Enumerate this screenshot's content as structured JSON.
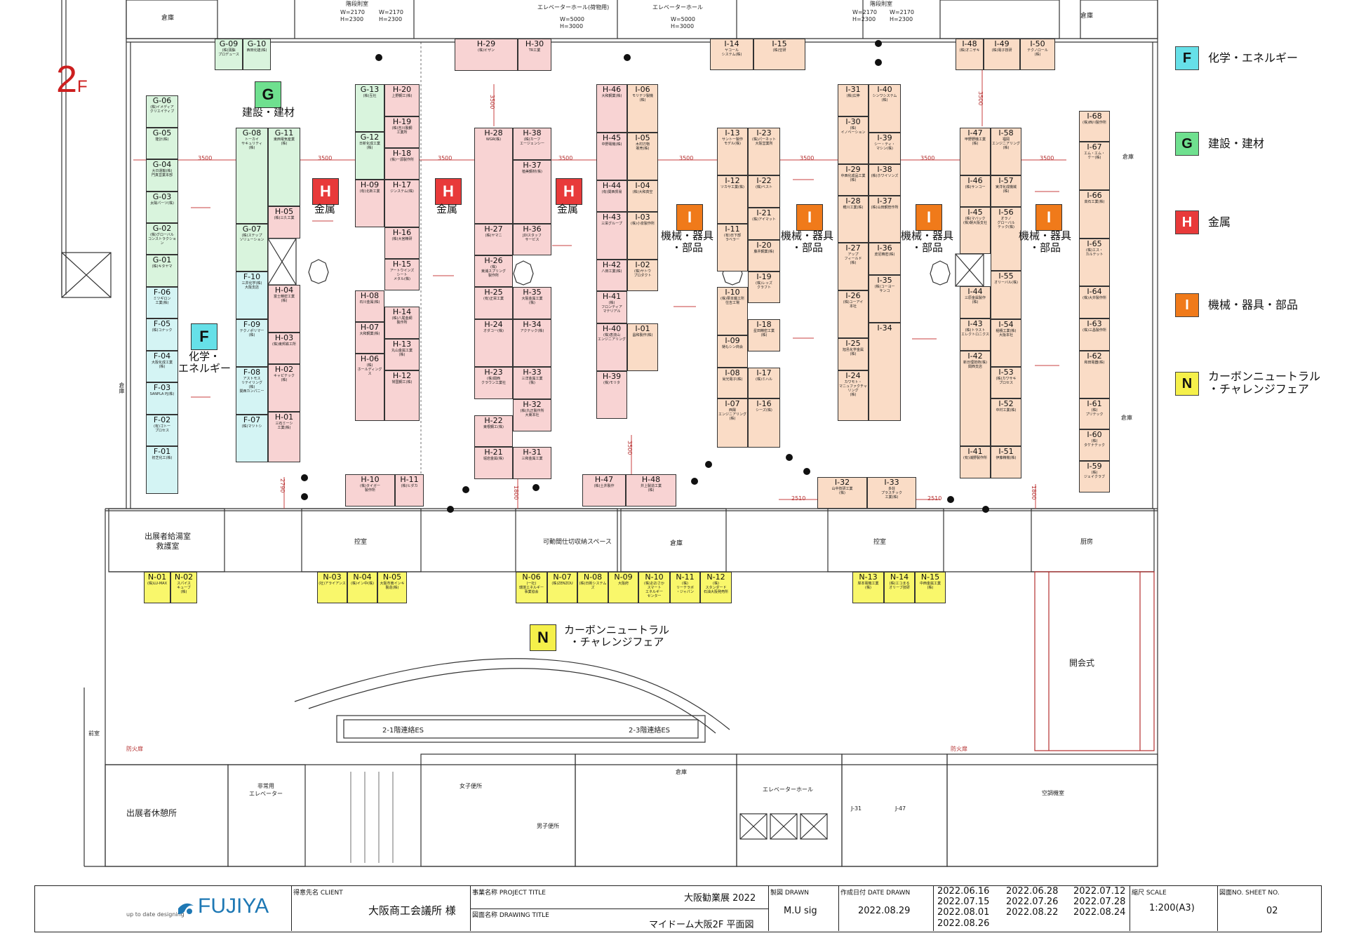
{
  "floor": {
    "number": "2",
    "suffix": "F"
  },
  "colors": {
    "F": "#66e0e8",
    "G": "#6fe08f",
    "H": "#e83a3a",
    "I": "#f07a1a",
    "N": "#f5f04a",
    "F_booth": "#d4f4f4",
    "G_booth": "#d9f4dd",
    "H_booth": "#f8d3d3",
    "I_booth": "#fadcc6",
    "N_booth": "#f9f76b"
  },
  "legend": [
    {
      "code": "F",
      "label": "化学・エネルギー"
    },
    {
      "code": "G",
      "label": "建設・建材"
    },
    {
      "code": "H",
      "label": "金属"
    },
    {
      "code": "I",
      "label": "機械・器具・部品"
    },
    {
      "code": "N",
      "label": "カーボンニュートラル\n・チャレンジフェア"
    }
  ],
  "zones": [
    {
      "code": "G",
      "label": "建設・建材"
    },
    {
      "code": "F",
      "label": "化学・\nエネルギー"
    },
    {
      "code": "H",
      "label": "金属"
    },
    {
      "code": "H",
      "label": "金属"
    },
    {
      "code": "H",
      "label": "金属"
    },
    {
      "code": "I",
      "label": "機械・器具\n・部品"
    },
    {
      "code": "I",
      "label": "機械・器具\n・部品"
    },
    {
      "code": "I",
      "label": "機械・器具\n・部品"
    },
    {
      "code": "I",
      "label": "機械・器具\n・部品"
    },
    {
      "code": "N",
      "label": "カーボンニュートラル\n・チャレンジフェア"
    }
  ],
  "booths": [
    {
      "code": "G-09",
      "name": "(株)頭脳\nプロデュース",
      "cat": "G"
    },
    {
      "code": "G-10",
      "name": "西田化建(株)",
      "cat": "G"
    },
    {
      "code": "G-06",
      "name": "(株)イメディア\nクリエイティブ",
      "cat": "G"
    },
    {
      "code": "G-05",
      "name": "隆計(株)",
      "cat": "G"
    },
    {
      "code": "G-04",
      "name": "大日運輸(株)\n門真営業本部",
      "cat": "G"
    },
    {
      "code": "G-03",
      "name": "太陽パーツ(株)",
      "cat": "G"
    },
    {
      "code": "G-02",
      "name": "(株)グローバル\nコンストラクション",
      "cat": "G"
    },
    {
      "code": "G-01",
      "name": "(株)キタヤマ",
      "cat": "G"
    },
    {
      "code": "F-06",
      "name": "ミツギロン\n工業(株)",
      "cat": "F"
    },
    {
      "code": "F-05",
      "name": "(株)コナック",
      "cat": "F"
    },
    {
      "code": "F-04",
      "name": "大阪化成工業\n(株)",
      "cat": "F"
    },
    {
      "code": "F-03",
      "name": "SANPLA PJ(株)",
      "cat": "F"
    },
    {
      "code": "F-02",
      "name": "(有)ゴトー\nプロセス",
      "cat": "F"
    },
    {
      "code": "F-01",
      "name": "初芝化工(株)",
      "cat": "F"
    },
    {
      "code": "G-08",
      "name": "トーカイ\nサキュリティ\n(株)",
      "cat": "G"
    },
    {
      "code": "G-11",
      "name": "東西電気産業\n(株)",
      "cat": "G"
    },
    {
      "code": "G-07",
      "name": "(株)ステップ\nソリューション",
      "cat": "G"
    },
    {
      "code": "F-10",
      "name": "三井化学(株)\n大阪支店",
      "cat": "F"
    },
    {
      "code": "F-09",
      "name": "テクノポリマー\n(株)",
      "cat": "F"
    },
    {
      "code": "F-08",
      "name": "アストモス\nリテイリング\n(株)\n関西カンパニー",
      "cat": "F"
    },
    {
      "code": "F-07",
      "name": "(株)マツトシ",
      "cat": "F"
    },
    {
      "code": "H-05",
      "name": "(株)三久工業",
      "cat": "H"
    },
    {
      "code": "H-04",
      "name": "富士精密工業\n(株)",
      "cat": "H"
    },
    {
      "code": "H-03",
      "name": "(株)東邦鉄工所",
      "cat": "H"
    },
    {
      "code": "H-02",
      "name": "キャピテック\n(株)",
      "cat": "H"
    },
    {
      "code": "H-01",
      "name": "三石ミーシ\n工業(株)",
      "cat": "H"
    },
    {
      "code": "G-13",
      "name": "(株)互社",
      "cat": "G"
    },
    {
      "code": "G-12",
      "name": "日新化成工業\n(株)",
      "cat": "G"
    },
    {
      "code": "H-20",
      "name": "上野鋼工(株)",
      "cat": "H"
    },
    {
      "code": "H-19",
      "name": "(株)吉川製鋼\n工業所",
      "cat": "H"
    },
    {
      "code": "H-18",
      "name": "(株)一源製作所",
      "cat": "H"
    },
    {
      "code": "H-09",
      "name": "(有)北新工業",
      "cat": "H"
    },
    {
      "code": "H-17",
      "name": "ジンステム(株)",
      "cat": "H"
    },
    {
      "code": "H-16",
      "name": "(株)大宮精研",
      "cat": "H"
    },
    {
      "code": "H-15",
      "name": "アートウインズ\nシート\nメタル(株)",
      "cat": "H"
    },
    {
      "code": "H-08",
      "name": "石川金属(株)",
      "cat": "H"
    },
    {
      "code": "H-14",
      "name": "(株)八尾金網\n製作所",
      "cat": "H"
    },
    {
      "code": "H-07",
      "name": "大和鋼業(株)",
      "cat": "H"
    },
    {
      "code": "H-13",
      "name": "丸山金属工業\n(株)",
      "cat": "H"
    },
    {
      "code": "H-06",
      "name": "(株)\nホールディングス",
      "cat": "H"
    },
    {
      "code": "H-12",
      "name": "常国鋼工(株)",
      "cat": "H"
    },
    {
      "code": "H-29",
      "name": "(株)ビザン",
      "cat": "H"
    },
    {
      "code": "H-30",
      "name": "TR工業",
      "cat": "H"
    },
    {
      "code": "H-28",
      "name": "WGR(株)",
      "cat": "H"
    },
    {
      "code": "H-38",
      "name": "(株)カーフ\nエージェンシー",
      "cat": "H"
    },
    {
      "code": "H-37",
      "name": "植美鋼材(株)",
      "cat": "H"
    },
    {
      "code": "H-27",
      "name": "(株)ヤマニ",
      "cat": "H"
    },
    {
      "code": "H-36",
      "name": "JDIスタッフ\nサービス",
      "cat": "H"
    },
    {
      "code": "H-26",
      "name": "(株)\n東浦スプリング\n製作所",
      "cat": "H"
    },
    {
      "code": "H-25",
      "name": "(有)正栄工業",
      "cat": "H"
    },
    {
      "code": "H-35",
      "name": "大阪金属工業\n(株)",
      "cat": "H"
    },
    {
      "code": "H-24",
      "name": "オダコー(株)",
      "cat": "H"
    },
    {
      "code": "H-34",
      "name": "アクテック(株)",
      "cat": "H"
    },
    {
      "code": "H-23",
      "name": "(株)関西\nクラウン工業社",
      "cat": "H"
    },
    {
      "code": "H-33",
      "name": "三洋金属工業\n(株)",
      "cat": "H"
    },
    {
      "code": "H-32",
      "name": "(株)丸正製作所\n大東本社",
      "cat": "H"
    },
    {
      "code": "H-22",
      "name": "東根鋼工(株)",
      "cat": "H"
    },
    {
      "code": "H-21",
      "name": "堀岩金属(株)",
      "cat": "H"
    },
    {
      "code": "H-31",
      "name": "三和金属工業",
      "cat": "H"
    },
    {
      "code": "H-46",
      "name": "大和鋼業(株)",
      "cat": "H"
    },
    {
      "code": "I-06",
      "name": "モリテツ製機\n(株)",
      "cat": "I"
    },
    {
      "code": "H-45",
      "name": "中野電機(株)",
      "cat": "H"
    },
    {
      "code": "I-05",
      "name": "木村刃物\n販売(株)",
      "cat": "I"
    },
    {
      "code": "H-44",
      "name": "(有)関西貿易",
      "cat": "H"
    },
    {
      "code": "I-04",
      "name": "(株)大和真空",
      "cat": "I"
    },
    {
      "code": "H-43",
      "name": "三栄グループ",
      "cat": "H"
    },
    {
      "code": "I-03",
      "name": "(株)小泉製作所",
      "cat": "I"
    },
    {
      "code": "H-42",
      "name": "八田工業(株)",
      "cat": "H"
    },
    {
      "code": "I-02",
      "name": "(株)サトウ\nプロダクト",
      "cat": "I"
    },
    {
      "code": "H-41",
      "name": "(株)\nフロンティア\nマテリアル",
      "cat": "H"
    },
    {
      "code": "H-40",
      "name": "(株)恵流山\nエンジニアリング",
      "cat": "H"
    },
    {
      "code": "I-01",
      "name": "昌和製作(株)",
      "cat": "I"
    },
    {
      "code": "H-39",
      "name": "(株)モリタ",
      "cat": "H"
    },
    {
      "code": "I-14",
      "name": "ヤコール\nシステム(株)",
      "cat": "I"
    },
    {
      "code": "I-15",
      "name": "(株)空研",
      "cat": "I"
    },
    {
      "code": "I-13",
      "name": "サントー製作\nモデル(株)",
      "cat": "I"
    },
    {
      "code": "I-23",
      "name": "(株)パーネット\n大阪営業所",
      "cat": "I"
    },
    {
      "code": "I-12",
      "name": "ツカサ工業(株)",
      "cat": "I"
    },
    {
      "code": "I-22",
      "name": "(株)ベスト",
      "cat": "I"
    },
    {
      "code": "I-21",
      "name": "(株)アイマット",
      "cat": "I"
    },
    {
      "code": "I-11",
      "name": "(有)日下部\nラベラー",
      "cat": "I"
    },
    {
      "code": "I-20",
      "name": "藤井鋼業(株)",
      "cat": "I"
    },
    {
      "code": "I-19",
      "name": "(株)レッズ\nクラフト",
      "cat": "I"
    },
    {
      "code": "I-10",
      "name": "(株)栗本鐵工所\n住吉工場",
      "cat": "I"
    },
    {
      "code": "I-18",
      "name": "星田精密工業\n(株)",
      "cat": "I"
    },
    {
      "code": "I-09",
      "name": "樋もシン商会",
      "cat": "I"
    },
    {
      "code": "I-08",
      "name": "尚光電子(株)",
      "cat": "I"
    },
    {
      "code": "I-17",
      "name": "(株)ミハル",
      "cat": "I"
    },
    {
      "code": "I-07",
      "name": "西陽\nエンジニアリング\n(株)",
      "cat": "I"
    },
    {
      "code": "I-16",
      "name": "シーズ(株)",
      "cat": "I"
    },
    {
      "code": "I-31",
      "name": "(株)広伸",
      "cat": "I"
    },
    {
      "code": "I-40",
      "name": "シンワシステム\n(株)",
      "cat": "I"
    },
    {
      "code": "I-30",
      "name": "(株)\nイノベーション",
      "cat": "I"
    },
    {
      "code": "I-39",
      "name": "シー・ティ・\nマシン(株)",
      "cat": "I"
    },
    {
      "code": "I-29",
      "name": "中西化成品工業\n(株)",
      "cat": "I"
    },
    {
      "code": "I-38",
      "name": "(株)ホワイソンズ",
      "cat": "I"
    },
    {
      "code": "I-28",
      "name": "穂川工業(株)",
      "cat": "I"
    },
    {
      "code": "I-37",
      "name": "(株)山田鋼管作所",
      "cat": "I"
    },
    {
      "code": "I-27",
      "name": "アップ\nフィールド\n(株)",
      "cat": "I"
    },
    {
      "code": "I-36",
      "name": "皮尼精密(株)",
      "cat": "I"
    },
    {
      "code": "I-35",
      "name": "(株)コーヨー\nサンコ",
      "cat": "I"
    },
    {
      "code": "I-26",
      "name": "(株)ユーアイ\n本社",
      "cat": "I"
    },
    {
      "code": "I-34",
      "name": "",
      "cat": "I"
    },
    {
      "code": "I-25",
      "name": "旭島化学金属\n(株)",
      "cat": "I"
    },
    {
      "code": "I-24",
      "name": "カワモト・\nマニュファクチャリング\n(株)",
      "cat": "I"
    },
    {
      "code": "I-33",
      "name": "多荘\nプラスチック\n工業(株)",
      "cat": "I"
    },
    {
      "code": "I-32",
      "name": "山中技研工業\n(株)",
      "cat": "I"
    },
    {
      "code": "I-48",
      "name": "(株)オニザキ",
      "cat": "I"
    },
    {
      "code": "I-49",
      "name": "(株)電子技研",
      "cat": "I"
    },
    {
      "code": "I-50",
      "name": "テクノロール\n(株)",
      "cat": "I"
    },
    {
      "code": "I-47",
      "name": "甲野野機工業\n(株)",
      "cat": "I"
    },
    {
      "code": "I-58",
      "name": "福岡\nエンジニアリング\n(株)",
      "cat": "I"
    },
    {
      "code": "I-46",
      "name": "(株)サンコー",
      "cat": "I"
    },
    {
      "code": "I-57",
      "name": "実洋化成機械\n(株)",
      "cat": "I"
    },
    {
      "code": "I-45",
      "name": "(株)マバック\n(株)朝大阪支社",
      "cat": "I"
    },
    {
      "code": "I-56",
      "name": "オラノ\nグローバル\nテック(株)",
      "cat": "I"
    },
    {
      "code": "I-55",
      "name": "オリーバル(株)",
      "cat": "I"
    },
    {
      "code": "I-44",
      "name": "三原金属製作\n(株)",
      "cat": "I"
    },
    {
      "code": "I-43",
      "name": "(株)トラスト\nエレクトロニクス",
      "cat": "I"
    },
    {
      "code": "I-54",
      "name": "稲積工業(株)\n大阪本社",
      "cat": "I"
    },
    {
      "code": "I-42",
      "name": "新日理技術(株)\n関西支店",
      "cat": "I"
    },
    {
      "code": "I-53",
      "name": "(株)カワサキ\nプロセス",
      "cat": "I"
    },
    {
      "code": "I-52",
      "name": "中村工業(株)",
      "cat": "I"
    },
    {
      "code": "I-41",
      "name": "(有)浦野製作所",
      "cat": "I"
    },
    {
      "code": "I-51",
      "name": "伊藤精機(株)",
      "cat": "I"
    },
    {
      "code": "I-68",
      "name": "(株)西川製作所",
      "cat": "I"
    },
    {
      "code": "I-67",
      "name": "エム・エム・\nケー(株)",
      "cat": "I"
    },
    {
      "code": "I-66",
      "name": "高石工業(株)",
      "cat": "I"
    },
    {
      "code": "I-65",
      "name": "(株)エス・\nカルテット",
      "cat": "I"
    },
    {
      "code": "I-64",
      "name": "(株)大井製作所",
      "cat": "I"
    },
    {
      "code": "I-63",
      "name": "(株)三昌製作所",
      "cat": "I"
    },
    {
      "code": "I-62",
      "name": "和田電器(株)",
      "cat": "I"
    },
    {
      "code": "I-61",
      "name": "(株)\nプリテック",
      "cat": "I"
    },
    {
      "code": "I-60",
      "name": "(株)\nタケナテック",
      "cat": "I"
    },
    {
      "code": "I-59",
      "name": "(株)\nジェイクラブ",
      "cat": "I"
    },
    {
      "code": "H-10",
      "name": "(株)タイガー\n製作所",
      "cat": "H"
    },
    {
      "code": "H-11",
      "name": "(株)ヒダカ",
      "cat": "H"
    },
    {
      "code": "H-47",
      "name": "(株)土井製作",
      "cat": "H"
    },
    {
      "code": "H-48",
      "name": "井上製造工業\n(株)",
      "cat": "H"
    },
    {
      "code": "N-01",
      "name": "(株)LU-MAX",
      "cat": "N"
    },
    {
      "code": "N-02",
      "name": "スパイス\nキューブ\n(株)",
      "cat": "N"
    },
    {
      "code": "N-03",
      "name": "(社)アライアンス",
      "cat": "N"
    },
    {
      "code": "N-04",
      "name": "(株)イン中(株)",
      "cat": "N"
    },
    {
      "code": "N-05",
      "name": "大阪市南インキ\n製造(株)",
      "cat": "N"
    },
    {
      "code": "N-06",
      "name": "(一社)\n環境エネルギー\n事業協会",
      "cat": "N"
    },
    {
      "code": "N-07",
      "name": "(株)ZENZOU",
      "cat": "N"
    },
    {
      "code": "N-08",
      "name": "(株)日新システムズ",
      "cat": "N"
    },
    {
      "code": "N-09",
      "name": "大阪府",
      "cat": "N"
    },
    {
      "code": "N-10",
      "name": "(株)おおさか\nスマート\nエネルギー\nセンター",
      "cat": "N"
    },
    {
      "code": "N-11",
      "name": "(株)\nリーテラボ\n・ジャパン",
      "cat": "N"
    },
    {
      "code": "N-12",
      "name": "(株)\nスタンダード\n石油大阪発売所",
      "cat": "N"
    },
    {
      "code": "N-13",
      "name": "岸本電機工業\n(株)",
      "cat": "N"
    },
    {
      "code": "N-14",
      "name": "(株)エコまる\nオリーブ技研",
      "cat": "N"
    },
    {
      "code": "N-15",
      "name": "中西金属工業\n(株)",
      "cat": "N"
    }
  ],
  "rooms": {
    "storage_left": "倉庫",
    "storage_right": "倉庫",
    "storage_side_left": "倉庫",
    "storage_side_right1": "倉庫",
    "storage_side_right2": "倉庫",
    "kyugo": "出展者給湯室\n救護室",
    "hikae1": "控室",
    "hikae2": "控室",
    "kadou": "可動間仕切収納スペース",
    "souko_mid": "倉庫",
    "chubo": "厨房",
    "opening": "開会式",
    "kyukei": "出展者休憩所",
    "hijo_ev": "非常用\nエレベーター",
    "mae": "前室",
    "joshi": "女子便所",
    "danshi": "男子便所",
    "souko_low": "倉庫",
    "ev_hall": "エレベーターホール",
    "kucho": "空調機室",
    "es21": "2-1階連絡ES",
    "es23": "2-3階連絡ES",
    "stair_top_left": "階段則室",
    "stair_top_right": "階段則室",
    "ev_hall_top1": "エレベーターホール(荷物用)",
    "ev_hall_top2": "エレベーターホール",
    "door_w1": "W=2170",
    "door_h1": "H=2300",
    "door_w2": "W=2170",
    "door_h2": "H=2300",
    "door_w3": "W=2170",
    "door_h3": "H=2300",
    "door_w4": "W=2170",
    "door_h4": "H=2300",
    "ev_w1": "W=5000",
    "ev_h1": "H=3000",
    "ev_w2": "W=5000",
    "ev_h2": "H=3000",
    "fire1": "防火扉",
    "fire2": "防火扉",
    "j31": "J-31",
    "j47": "J-47"
  },
  "dimensions": {
    "spacing": [
      "3500",
      "3500",
      "3500",
      "3500",
      "3500",
      "3500",
      "3500",
      "3500"
    ],
    "v1": "3500",
    "v2": "3500",
    "v3": "3500",
    "v4": "2790",
    "v5": "1800",
    "v6": "1800",
    "h1": "2510",
    "h2": "2510"
  },
  "title_block": {
    "company": "FUJIYA",
    "tagline": "up to date designing",
    "client_label": "得意先名  CLIENT",
    "client": "大阪商工会議所 様",
    "project_label": "事業名称  PROJECT TITLE",
    "project": "大阪勧業展 2022",
    "drawing_label": "図面名称  DRAWING TITLE",
    "drawing": "マイドーム大阪2F 平面図",
    "drawn_label": "製図 DRAWN",
    "drawn": "M.U sig",
    "date_label": "作成日付  DATE DRAWN",
    "date": "2022.08.29",
    "revisions": [
      "2022.06.16",
      "2022.06.28",
      "2022.07.12",
      "2022.07.15",
      "2022.07.26",
      "2022.07.28",
      "2022.08.01",
      "2022.08.22",
      "2022.08.24",
      "2022.08.26"
    ],
    "scale_label": "縮尺  SCALE",
    "scale": "1:200(A3)",
    "sheet_label": "図面NO.  SHEET NO.",
    "sheet": "02"
  }
}
